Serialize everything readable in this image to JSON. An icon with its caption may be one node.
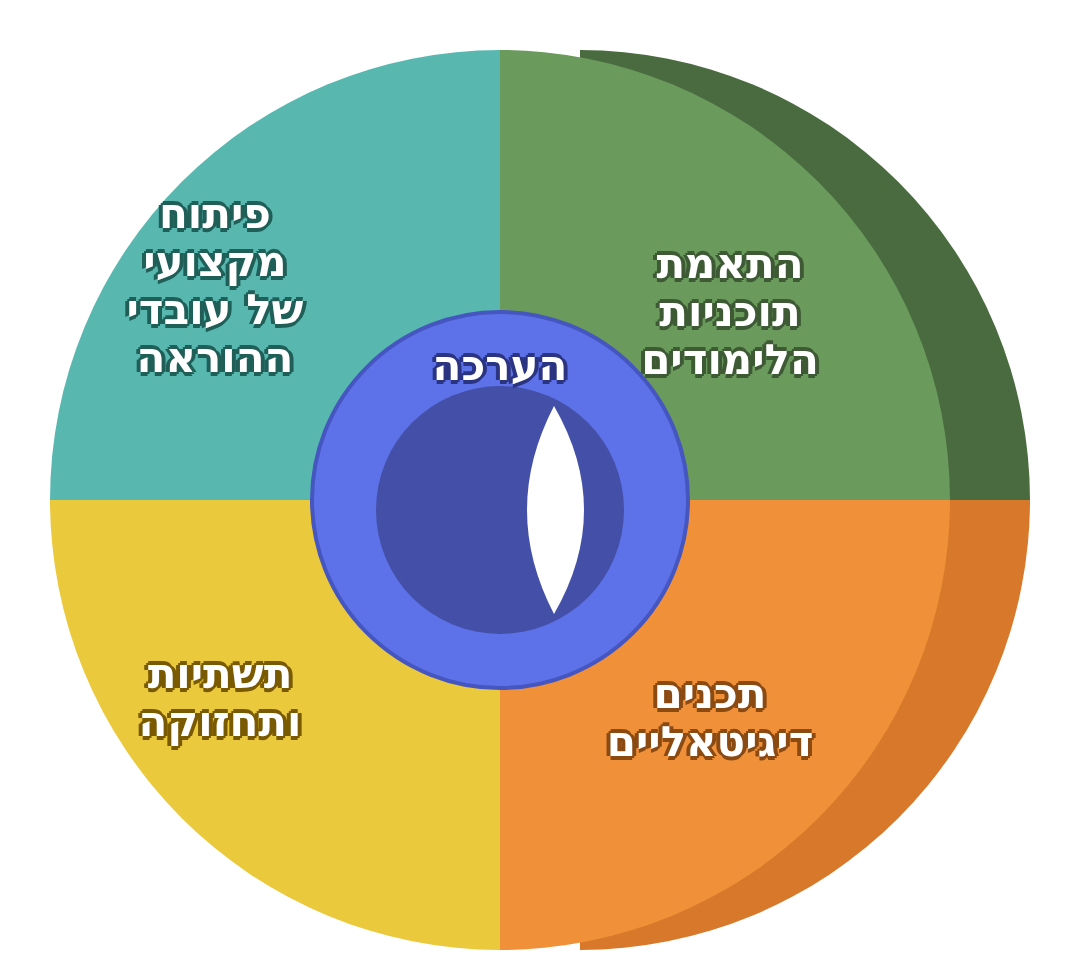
{
  "diagram": {
    "nodes": [
      {
        "text": [
          "התאמת תוכניות הלימודים"
        ]
      },
      {
        "text": [
          "פיתוח מקצועי של עובדי ההוראה"
        ]
      },
      {
        "text": [
          "הערכה"
        ]
      },
      {
        "text": [
          "תכנים דיגיטאליים"
        ]
      },
      {
        "text": [
          "תשתיות ותחזוקה"
        ]
      }
    ]
  }
}
